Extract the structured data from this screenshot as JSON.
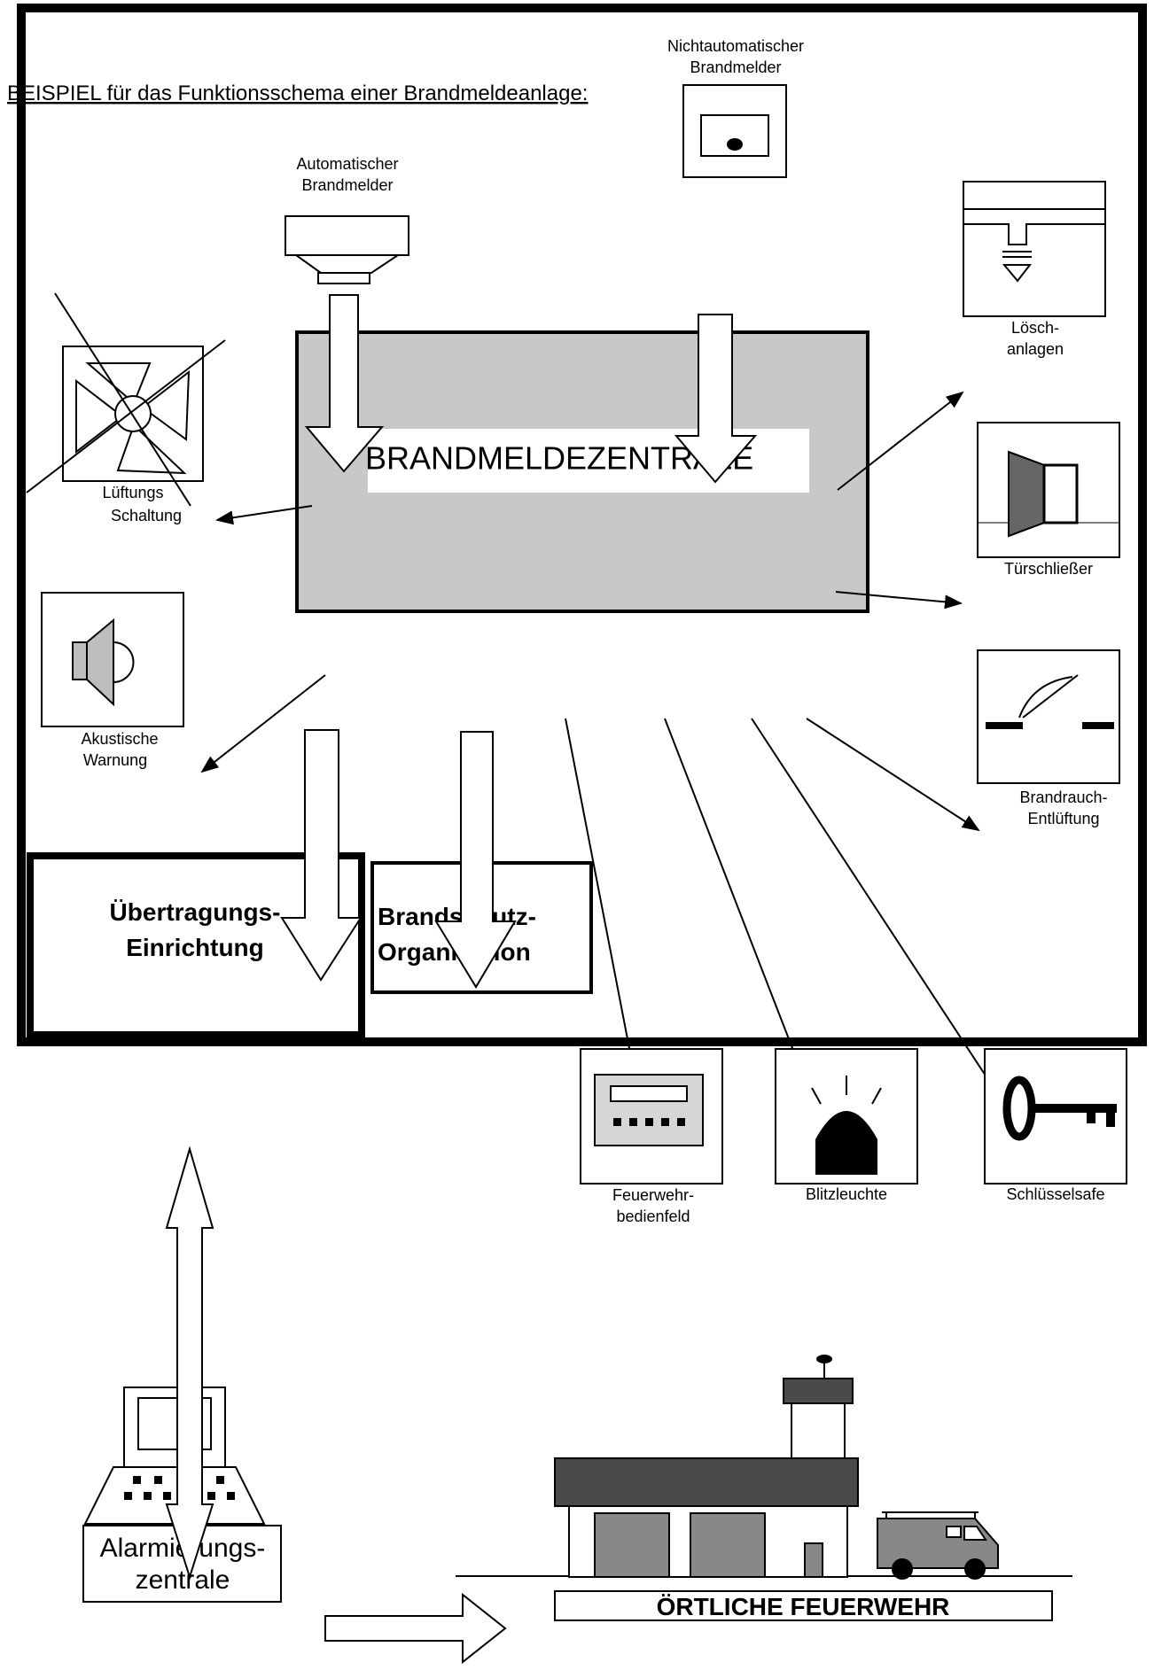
{
  "title": "BEISPIEL für das Funktionsschema einer Brandmeldeanlage:",
  "central": "BRANDMELDEZENTRALE",
  "labels": {
    "nonauto_1": "Nichtautomatischer",
    "nonauto_2": "Brandmelder",
    "auto_1": "Automatischer",
    "auto_2": "Brandmelder",
    "vent_1": "Lüftungs",
    "vent_2": "Schaltung",
    "acoustic_1": "Akustische",
    "acoustic_2": "Warnung",
    "extinguish_1": "Lösch-",
    "extinguish_2": "anlagen",
    "door": "Türschließer",
    "smoke_1": "Brandrauch-",
    "smoke_2": "Entlüftung",
    "panel_1": "Feuerwehr-",
    "panel_2": "bedienfeld",
    "flash": "Blitzleuchte",
    "keysafe": "Schlüsselsafe",
    "transmission_1": "Übertragungs-",
    "transmission_2": "Einrichtung",
    "organisation_1": "Brandschutz-",
    "organisation_2": "Organisation",
    "alarm_1": "Alarmierungs-",
    "alarm_2": "zentrale",
    "firebrigade": "ÖRTLICHE FEUERWEHR"
  },
  "colors": {
    "central_fill": "#c8c8c8",
    "icon_gray": "#c0c0c0",
    "dark_gray": "#4a4a4a",
    "mid_gray": "#888888",
    "black": "#000000"
  },
  "icons": [
    "push-button-icon",
    "smoke-detector-icon",
    "fan-icon",
    "sprinkler-icon",
    "door-closer-icon",
    "speaker-icon",
    "smoke-vent-icon",
    "fire-panel-icon",
    "flash-light-icon",
    "key-icon",
    "computer-terminal-icon",
    "fire-station-icon",
    "fire-truck-icon"
  ]
}
